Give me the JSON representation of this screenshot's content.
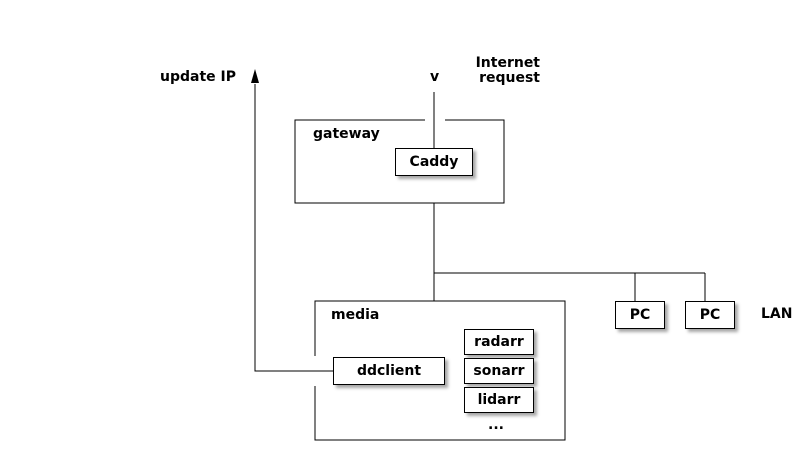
{
  "labels": {
    "update_ip": "update IP",
    "arrow_v": "v",
    "internet_line1": "Internet",
    "internet_line2": "request",
    "gateway": "gateway",
    "media": "media",
    "lan": "LAN",
    "ellipsis": "..."
  },
  "nodes": {
    "caddy": "Caddy",
    "ddclient": "ddclient",
    "radarr": "radarr",
    "sonarr": "sonarr",
    "lidarr": "lidarr",
    "pc1": "PC",
    "pc2": "PC"
  }
}
